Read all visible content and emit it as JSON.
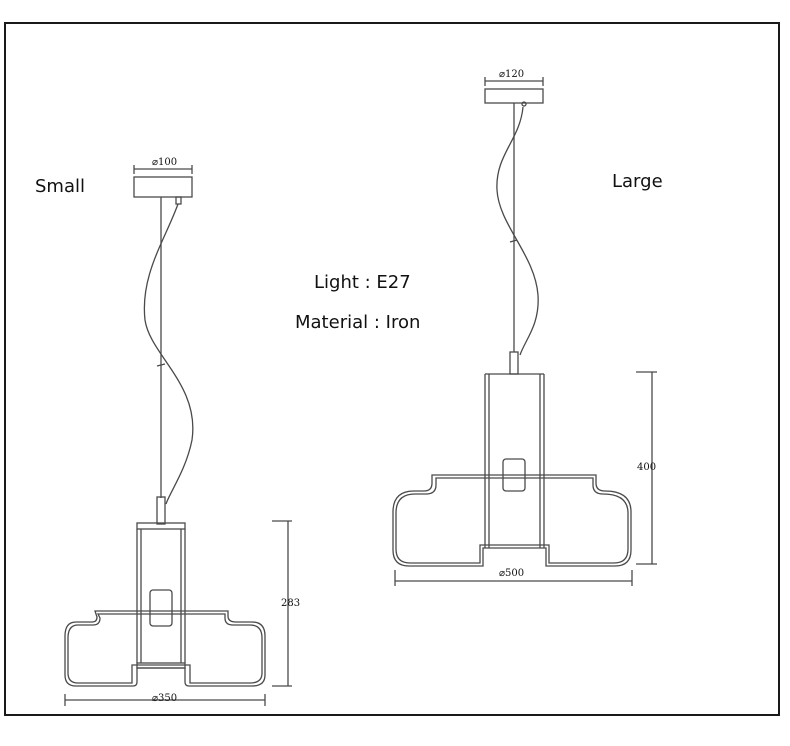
{
  "labels": {
    "small": "Small",
    "large": "Large",
    "light": "Light : E27",
    "material": "Material : Iron"
  },
  "small": {
    "canopy_diameter": "⌀100",
    "height": "283",
    "width": "⌀350"
  },
  "large": {
    "canopy_diameter": "⌀120",
    "height": "400",
    "width": "⌀500"
  },
  "colors": {
    "line": "#4a4a4a",
    "text": "#111111",
    "frame": "#1a1a1a"
  }
}
